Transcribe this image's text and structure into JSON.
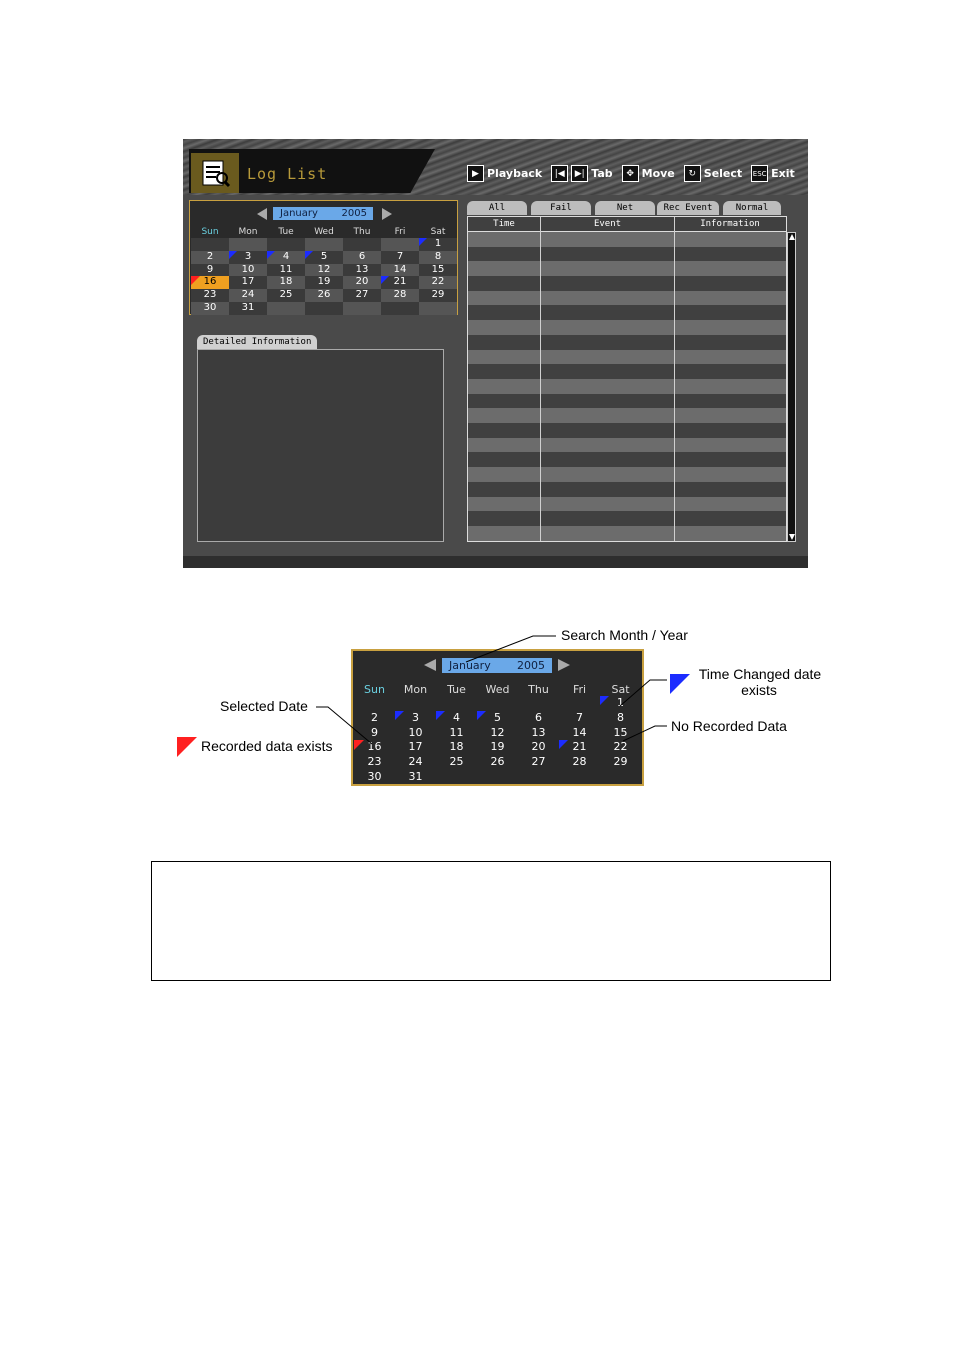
{
  "window": {
    "title": "Log List",
    "hotkeys": [
      {
        "key": "▶",
        "label": "Playback"
      },
      {
        "key": "|◀",
        "label": ""
      },
      {
        "key": "▶|",
        "label": "Tab"
      },
      {
        "key": "✥",
        "label": "Move"
      },
      {
        "key": "↻",
        "label": "Select"
      },
      {
        "key": "ESC",
        "label": "Exit"
      }
    ]
  },
  "calendar": {
    "month": "January",
    "year": "2005",
    "weekdays": [
      "Sun",
      "Mon",
      "Tue",
      "Wed",
      "Thu",
      "Fri",
      "Sat"
    ],
    "weeks": [
      [
        "",
        "",
        "",
        "",
        "",
        "",
        "1"
      ],
      [
        "2",
        "3",
        "4",
        "5",
        "6",
        "7",
        "8"
      ],
      [
        "9",
        "10",
        "11",
        "12",
        "13",
        "14",
        "15"
      ],
      [
        "16",
        "17",
        "18",
        "19",
        "20",
        "21",
        "22"
      ],
      [
        "23",
        "24",
        "25",
        "26",
        "27",
        "28",
        "29"
      ],
      [
        "30",
        "31",
        "",
        "",
        "",
        "",
        ""
      ]
    ],
    "selected_date": "16",
    "recorded_data_dates": [
      "16"
    ],
    "time_changed_dates": [
      "1",
      "3",
      "4",
      "5",
      "21"
    ]
  },
  "detail": {
    "tab_label": "Detailed Information"
  },
  "log": {
    "tabs": [
      "All",
      "Fail",
      "Net",
      "Rec Event",
      "Normal"
    ],
    "columns": [
      "Time",
      "Event",
      "Information"
    ],
    "row_count": 21
  },
  "annotations": {
    "search_month_year": "Search Month / Year",
    "time_changed": [
      "Time Changed date",
      "exists"
    ],
    "selected_date": "Selected Date",
    "recorded_data": "Recorded data exists",
    "no_recorded": "No Recorded Data"
  },
  "colors": {
    "selected": "#f0a020",
    "time_changed_flag": "#1c2cff",
    "recorded_flag": "#ff2020",
    "panel_border": "#c8a040",
    "month_header": "#6aa8e8"
  }
}
